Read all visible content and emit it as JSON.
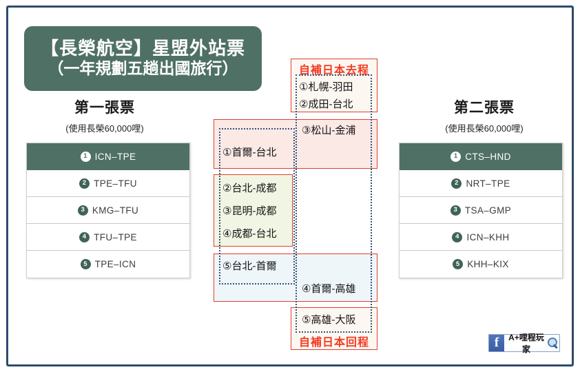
{
  "title": {
    "line1": "【長榮航空】星盟外站票",
    "line2": "（一年規劃五趟出國旅行）"
  },
  "tickets": {
    "first": {
      "heading": "第一張票",
      "subheading": "(使用長榮60,000哩)",
      "rows": [
        {
          "num": "1",
          "route": "ICN–TPE"
        },
        {
          "num": "2",
          "route": "TPE–TFU"
        },
        {
          "num": "3",
          "route": "KMG–TFU"
        },
        {
          "num": "4",
          "route": "TFU–TPE"
        },
        {
          "num": "5",
          "route": "TPE–ICN"
        }
      ]
    },
    "second": {
      "heading": "第二張票",
      "subheading": "(使用長榮60,000哩)",
      "rows": [
        {
          "num": "1",
          "route": "CTS–HND"
        },
        {
          "num": "2",
          "route": "NRT–TPE"
        },
        {
          "num": "3",
          "route": "TSA–GMP"
        },
        {
          "num": "4",
          "route": "ICN–KHH"
        },
        {
          "num": "5",
          "route": "KHH–KIX"
        }
      ]
    }
  },
  "center": {
    "label_outbound": "自補日本去程",
    "label_return": "自補日本回程",
    "japan_outbound_segments": [
      "①札幌-羽田",
      "②成田-台北"
    ],
    "seg_matsuyama": "③松山-金浦",
    "seg_seoul_taipei": "①首爾-台北",
    "china_segments": [
      "②台北-成都",
      "③昆明-成都",
      "④成都-台北"
    ],
    "seg_taipei_seoul": "⑤台北-首爾",
    "seg_seoul_kaohsiung": "④首爾-高雄",
    "seg_kaohsiung_osaka": "⑤高雄-大阪"
  },
  "badge": {
    "text": "A+哩程玩家",
    "fb_letter": "f"
  },
  "colors": {
    "brand_green": "#4f7065",
    "frame_navy": "#2e4a6e",
    "accent_red": "#f4391f",
    "box_red": "#e0402a",
    "pink_fill": "#fbe9e6",
    "green_fill": "#f1f5e4",
    "blue_fill": "#eff6fa",
    "cream_fill": "#fdf7f2"
  }
}
